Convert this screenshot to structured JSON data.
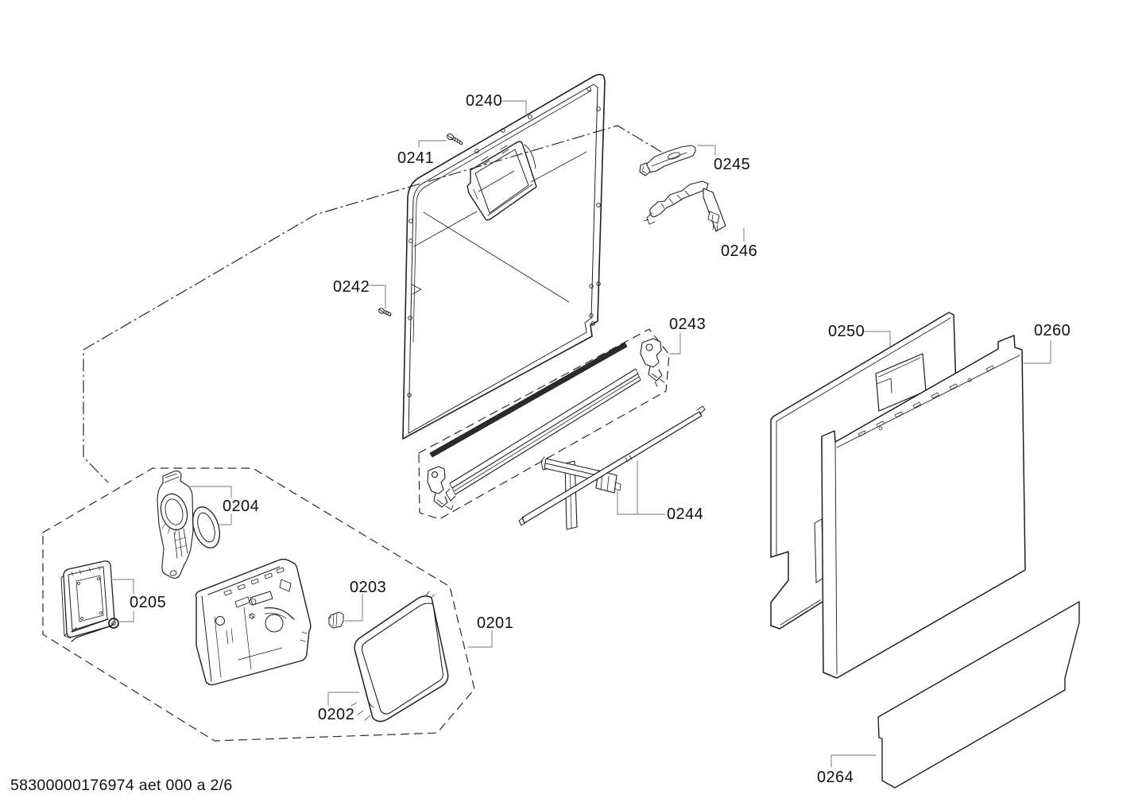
{
  "document": {
    "type": "exploded-parts-diagram",
    "footer_code": "58300000176974 aet 000 a 2/6"
  },
  "part_labels": [
    {
      "id": "0240"
    },
    {
      "id": "0241"
    },
    {
      "id": "0242"
    },
    {
      "id": "0243"
    },
    {
      "id": "0244"
    },
    {
      "id": "0245"
    },
    {
      "id": "0246"
    },
    {
      "id": "0250"
    },
    {
      "id": "0260"
    },
    {
      "id": "0264"
    },
    {
      "id": "0204"
    },
    {
      "id": "0205"
    },
    {
      "id": "0203"
    },
    {
      "id": "0202"
    },
    {
      "id": "0201"
    }
  ],
  "colors": {
    "background": "#ffffff",
    "line": "#1f1f1f",
    "leader": "#8f8f8f"
  }
}
